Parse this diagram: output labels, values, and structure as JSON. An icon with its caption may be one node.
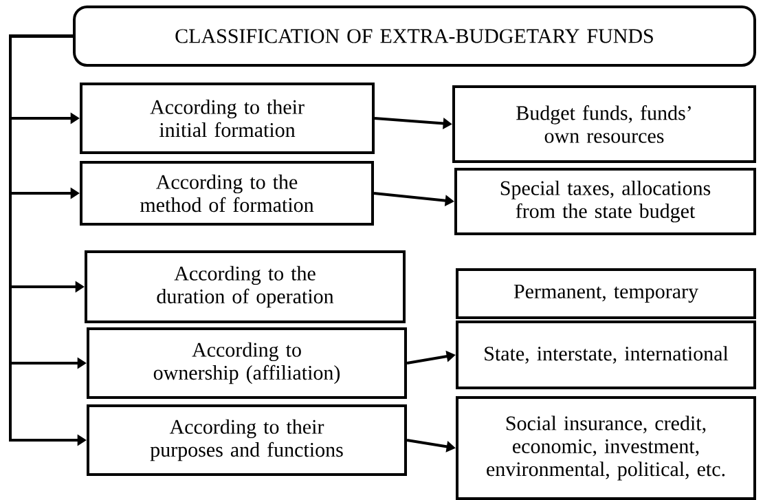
{
  "diagram": {
    "nodes": [
      {
        "text": [
          "CLASSIFICATION OF EXTRA-BUDGETARY FUNDS"
        ]
      },
      {
        "text": [
          "According to their initial formation"
        ]
      },
      {
        "text": [
          "Budget funds, funds’ own resources"
        ]
      },
      {
        "text": [
          "According to the method of formation"
        ]
      },
      {
        "text": [
          "Special taxes, allocations from the state budget"
        ]
      },
      {
        "text": [
          "According to the duration of operation"
        ]
      },
      {
        "text": [
          "Permanent, temporary"
        ]
      },
      {
        "text": [
          "According to ownership (affiliation)"
        ]
      },
      {
        "text": [
          "State, interstate, international"
        ]
      },
      {
        "text": [
          "According to their purposes and functions"
        ]
      },
      {
        "text": [
          "Social insurance, credit, economic, investment, environmental, political, etc."
        ]
      }
    ],
    "edges": [
      {
        "from": 0,
        "to": 1,
        "arrow": "to"
      },
      {
        "from": 0,
        "to": 3,
        "arrow": "to"
      },
      {
        "from": 0,
        "to": 5,
        "arrow": "to"
      },
      {
        "from": 0,
        "to": 7,
        "arrow": "to"
      },
      {
        "from": 0,
        "to": 9,
        "arrow": "to"
      },
      {
        "from": 1,
        "to": 2,
        "arrow": "to"
      },
      {
        "from": 3,
        "to": 4,
        "arrow": "to"
      },
      {
        "from": 7,
        "to": 8,
        "arrow": "to"
      },
      {
        "from": 9,
        "to": 10,
        "arrow": "to"
      }
    ]
  }
}
